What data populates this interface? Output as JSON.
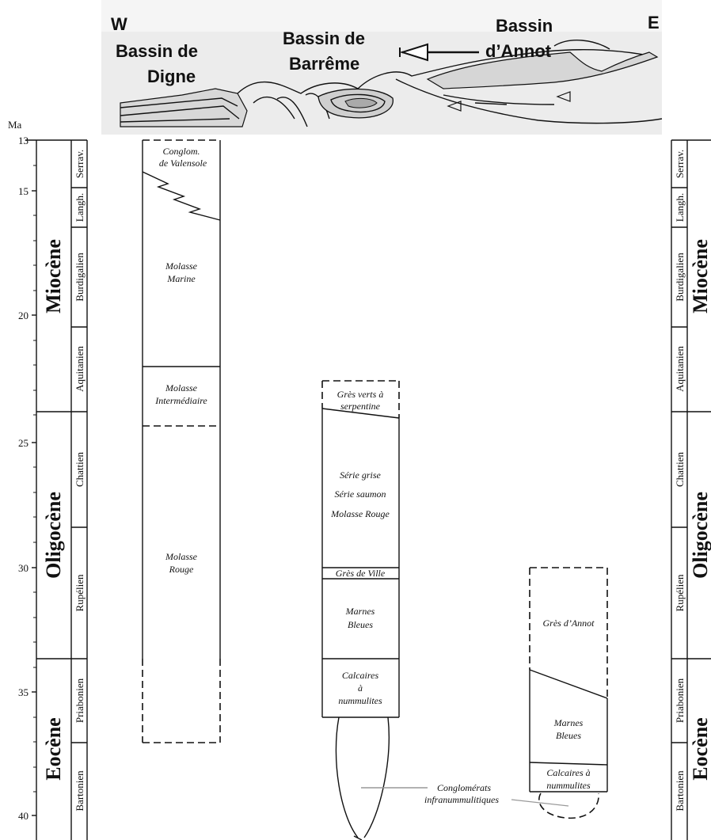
{
  "section_header": {
    "west": "W",
    "east": "E",
    "digne_line1": "Bassin de",
    "digne_line2": "Digne",
    "barreme_line1": "Bassin de",
    "barreme_line2": "Barrême",
    "annot_line1": "Bassin",
    "annot_line2": "d’Annot"
  },
  "timescale": {
    "unit": "Ma",
    "ticks": [
      "13",
      "15",
      "20",
      "25",
      "30",
      "35",
      "40"
    ],
    "epochs": [
      "Miocène",
      "Oligocène",
      "Eocène"
    ],
    "stages": [
      "Serrav.",
      "Langh.",
      "Burdigalien",
      "Aquitanien",
      "Chattien",
      "Rupélien",
      "Priabonien",
      "Bartonien"
    ]
  },
  "columns": {
    "digne": {
      "valensole_line1": "Conglom.",
      "valensole_line2": "de Valensole",
      "marine_line1": "Molasse",
      "marine_line2": "Marine",
      "intermediaire_line1": "Molasse",
      "intermediaire_line2": "Intermédiaire",
      "rouge_line1": "Molasse",
      "rouge_line2": "Rouge"
    },
    "barreme": {
      "gres_verts_line1": "Grès verts à",
      "gres_verts_line2": "serpentine",
      "serie_grise": "Série grise",
      "serie_saumon": "Série saumon",
      "molasse_rouge": "Molasse Rouge",
      "gres_ville": "Grès de Ville",
      "marnes_line1": "Marnes",
      "marnes_line2": "Bleues",
      "calcaires_line1": "Calcaires",
      "calcaires_line2": "à",
      "calcaires_line3": "nummulites"
    },
    "annot": {
      "gres_annot": "Grès d’Annot",
      "marnes_line1": "Marnes",
      "marnes_line2": "Bleues",
      "calcaires_line1": "Calcaires à",
      "calcaires_line2": "nummulites"
    }
  },
  "annotation": {
    "line1": "Conglomérats",
    "line2": "infranummulitiques"
  }
}
